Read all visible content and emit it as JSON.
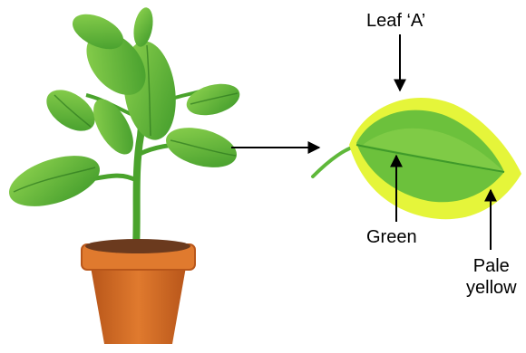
{
  "labels": {
    "leaf": "Leaf ‘A’",
    "green": "Green",
    "pale_line1": "Pale",
    "pale_line2": "yellow"
  },
  "colors": {
    "leaf_green": "#7ac943",
    "leaf_dark": "#3f9a2a",
    "pale_yellow": "#e5f53a",
    "pot": "#d2691e",
    "pot_rim": "#e07a2e",
    "soil": "#6b3a1e",
    "arrow": "#000000"
  }
}
